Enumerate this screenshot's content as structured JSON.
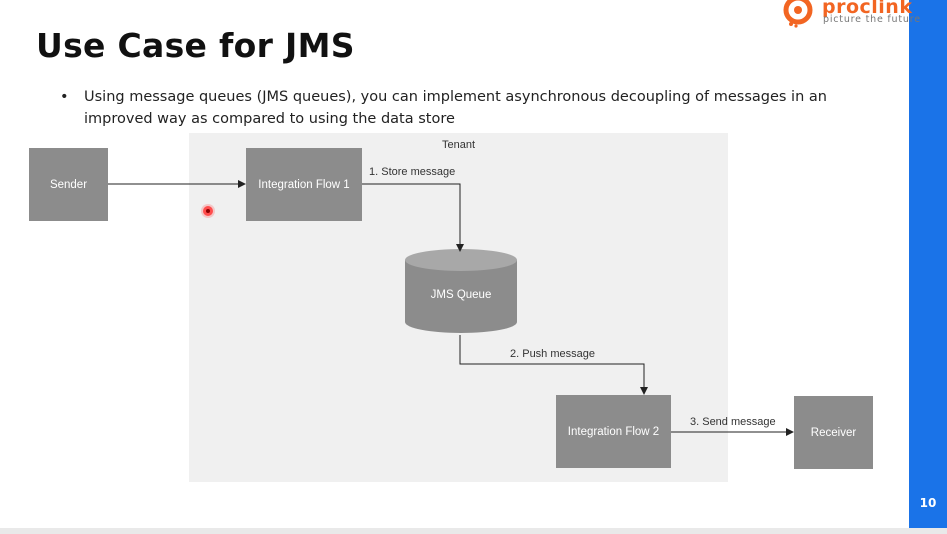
{
  "slide": {
    "title": "Use Case for JMS",
    "bullet": "Using message queues (JMS queues), you can implement asynchronous decoupling of messages in an improved way as compared to using the data store",
    "page_number": "10"
  },
  "logo": {
    "wordmark": "proclink",
    "tagline": "picture the future"
  },
  "diagram": {
    "tenant_label": "Tenant",
    "sender": "Sender",
    "flow1": "Integration Flow 1",
    "queue": "JMS Queue",
    "flow2": "Integration Flow 2",
    "receiver": "Receiver",
    "edges": {
      "store": "1. Store message",
      "push": "2. Push message",
      "send": "3. Send message"
    }
  },
  "colors": {
    "accent_bar": "#1a73e8",
    "brand_orange": "#f26522",
    "node_gray": "#8c8c8c",
    "tenant_bg": "#f0f0f0"
  }
}
